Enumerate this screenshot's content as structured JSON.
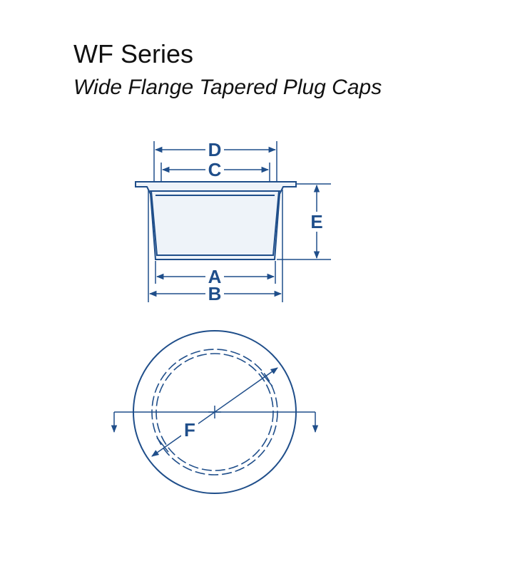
{
  "header": {
    "title": "WF Series",
    "subtitle": "Wide Flange Tapered Plug Caps"
  },
  "dimensions": {
    "a": "A",
    "b": "B",
    "c": "C",
    "d": "D",
    "e": "E",
    "f": "F"
  },
  "colors": {
    "line": "#1f4e8a",
    "fill": "#eef3f9",
    "text": "#111111"
  }
}
